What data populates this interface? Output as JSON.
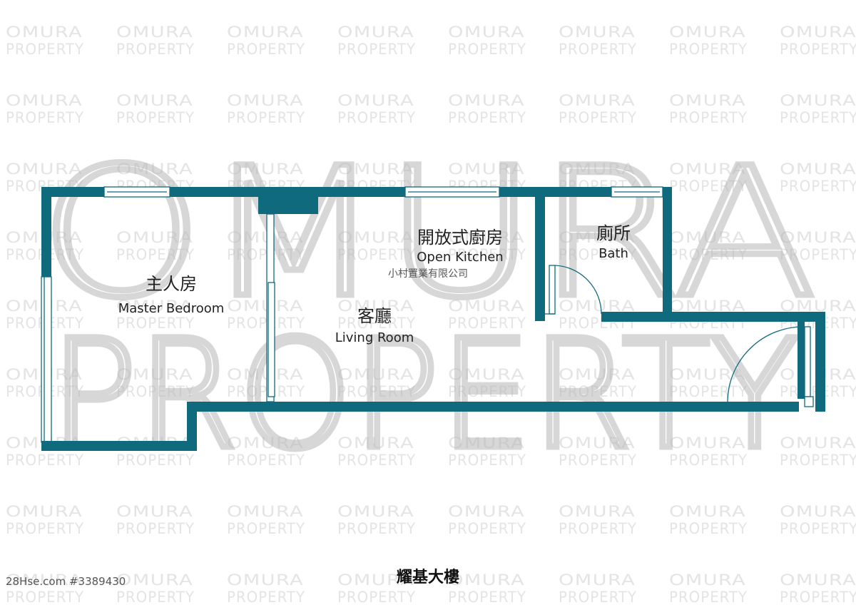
{
  "watermark": {
    "tile_line1": "OMURA",
    "tile_line2": "PROPERTY",
    "big_line1": "OMURA",
    "big_line2": "PROPERTY"
  },
  "rooms": [
    {
      "id": "master-bedroom",
      "zh": "主人房",
      "en": "Master Bedroom"
    },
    {
      "id": "living-room",
      "zh": "客廳",
      "en": "Living Room"
    },
    {
      "id": "open-kitchen",
      "zh": "開放式廚房",
      "en": "Open Kitchen"
    },
    {
      "id": "bath",
      "zh": "廁所",
      "en": "Bath"
    }
  ],
  "agent_text": "小村置業有限公司",
  "building_name": "耀基大樓",
  "listing_ref": "28Hse.com #3389430",
  "colors": {
    "wall": "#0f6a7e",
    "watermark": "#e4e4e4"
  }
}
